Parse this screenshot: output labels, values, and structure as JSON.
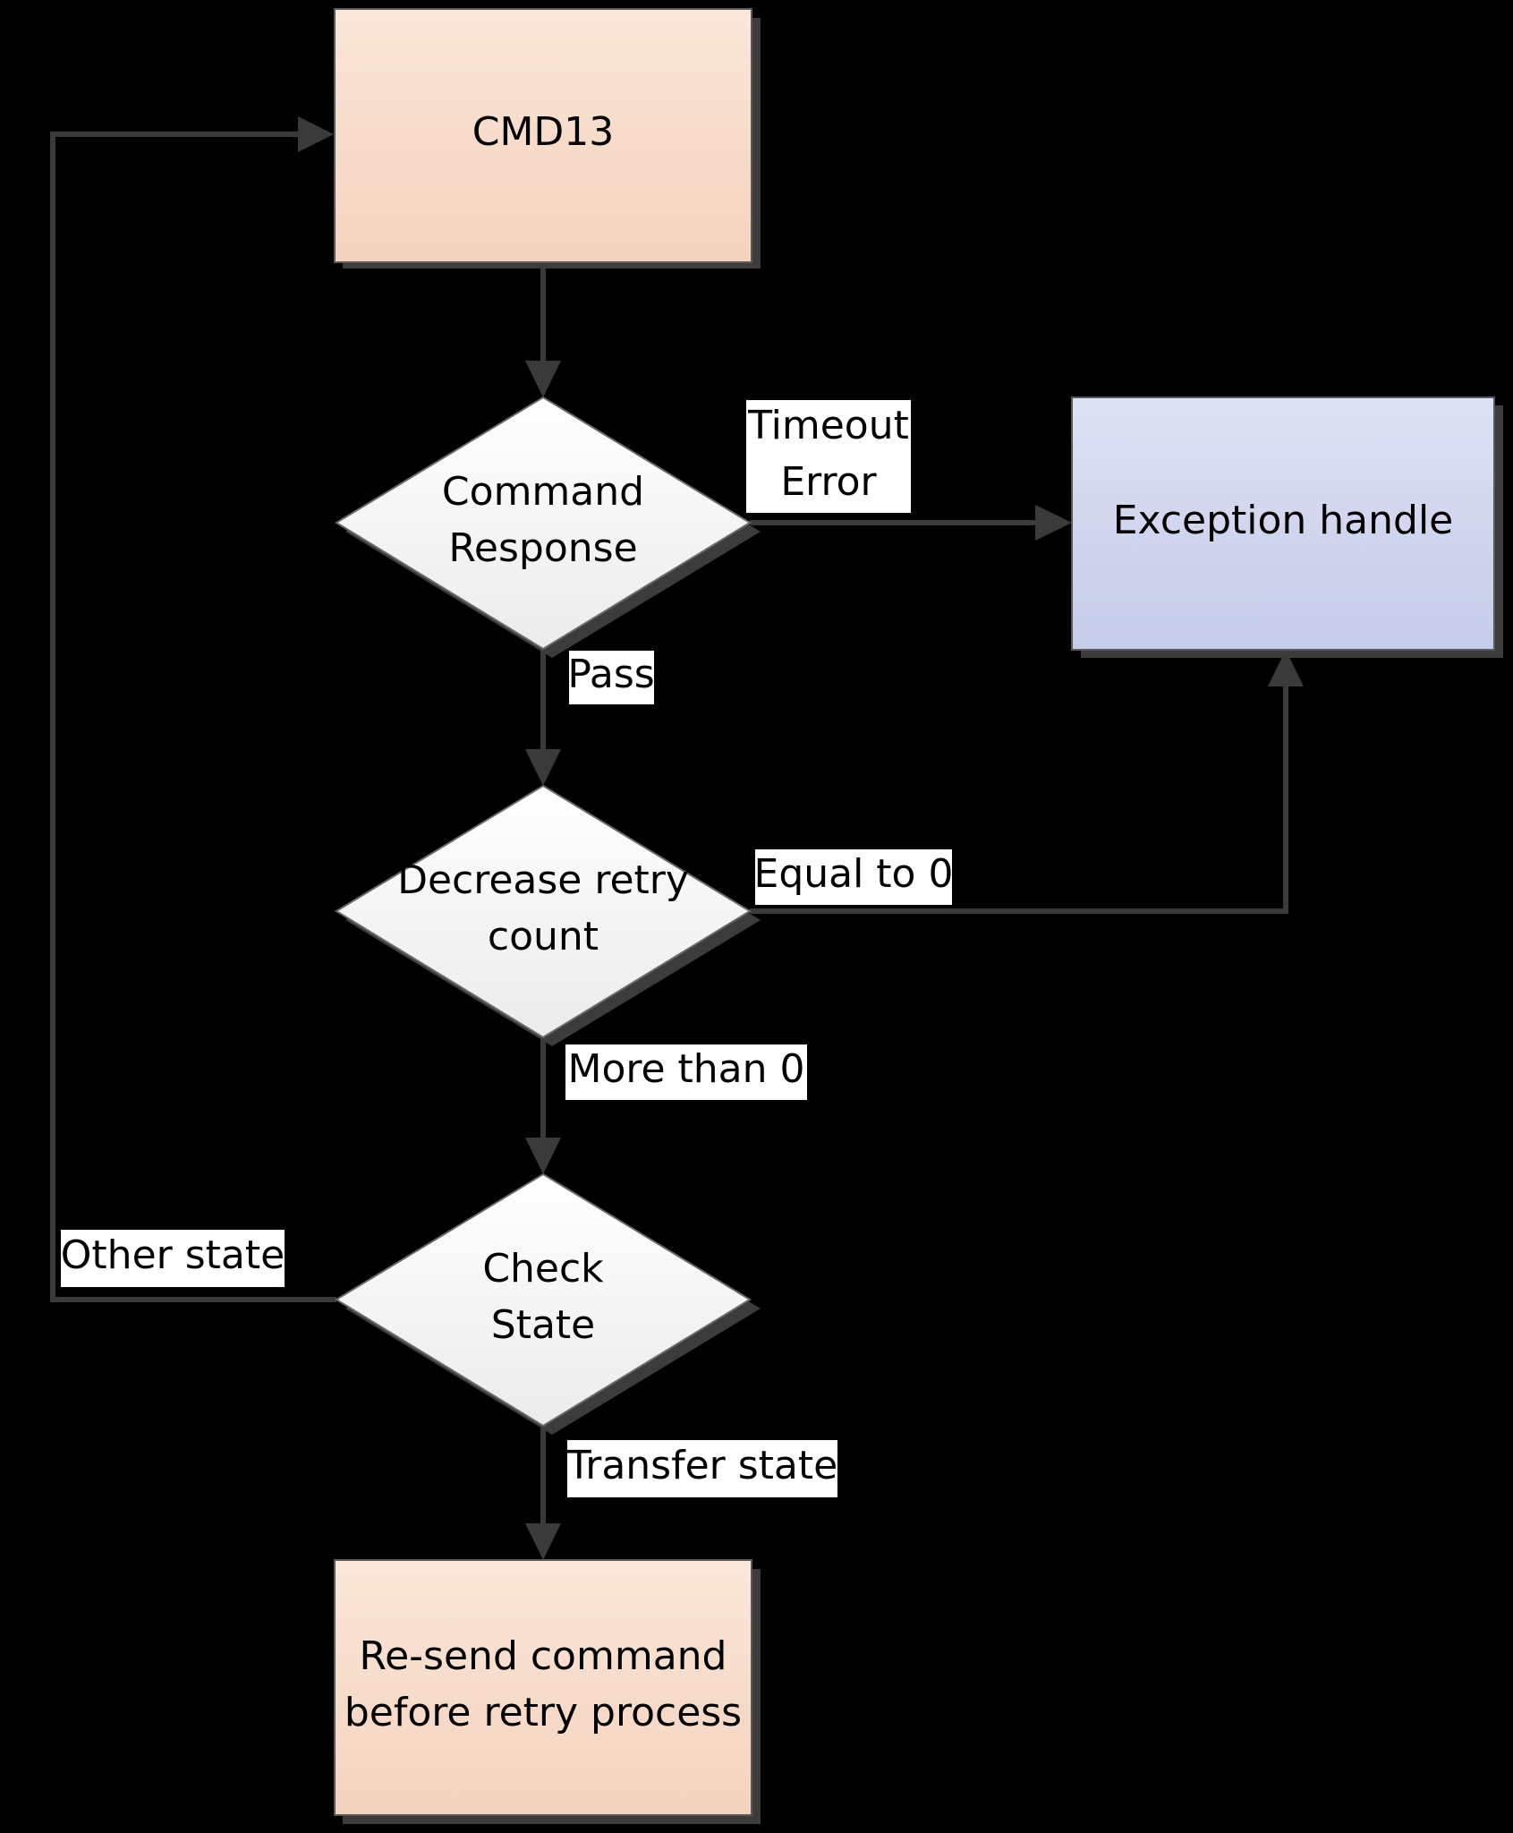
{
  "nodes": {
    "cmd13": {
      "text": "CMD13",
      "fill": "#f6dcc8"
    },
    "command_response": {
      "line1": "Command",
      "line2": "Response"
    },
    "exception_handle": {
      "text": "Exception handle",
      "fill": "#cdd2ec"
    },
    "decrease_retry": {
      "line1": "Decrease retry",
      "line2": "count"
    },
    "check_state": {
      "line1": "Check",
      "line2": "State"
    },
    "resend": {
      "line1": "Re-send command",
      "line2": "before retry process",
      "fill": "#f6dcc8"
    }
  },
  "edge_labels": {
    "timeout_line1": "Timeout",
    "timeout_line2": "Error",
    "pass": "Pass",
    "equal_to_0": "Equal to 0",
    "more_than_0": "More than 0",
    "other_state": "Other state",
    "transfer_state": "Transfer state"
  },
  "colors": {
    "background": "#000000",
    "connector": "#3a3a3a",
    "decision_fill": "#f2f2f2"
  }
}
